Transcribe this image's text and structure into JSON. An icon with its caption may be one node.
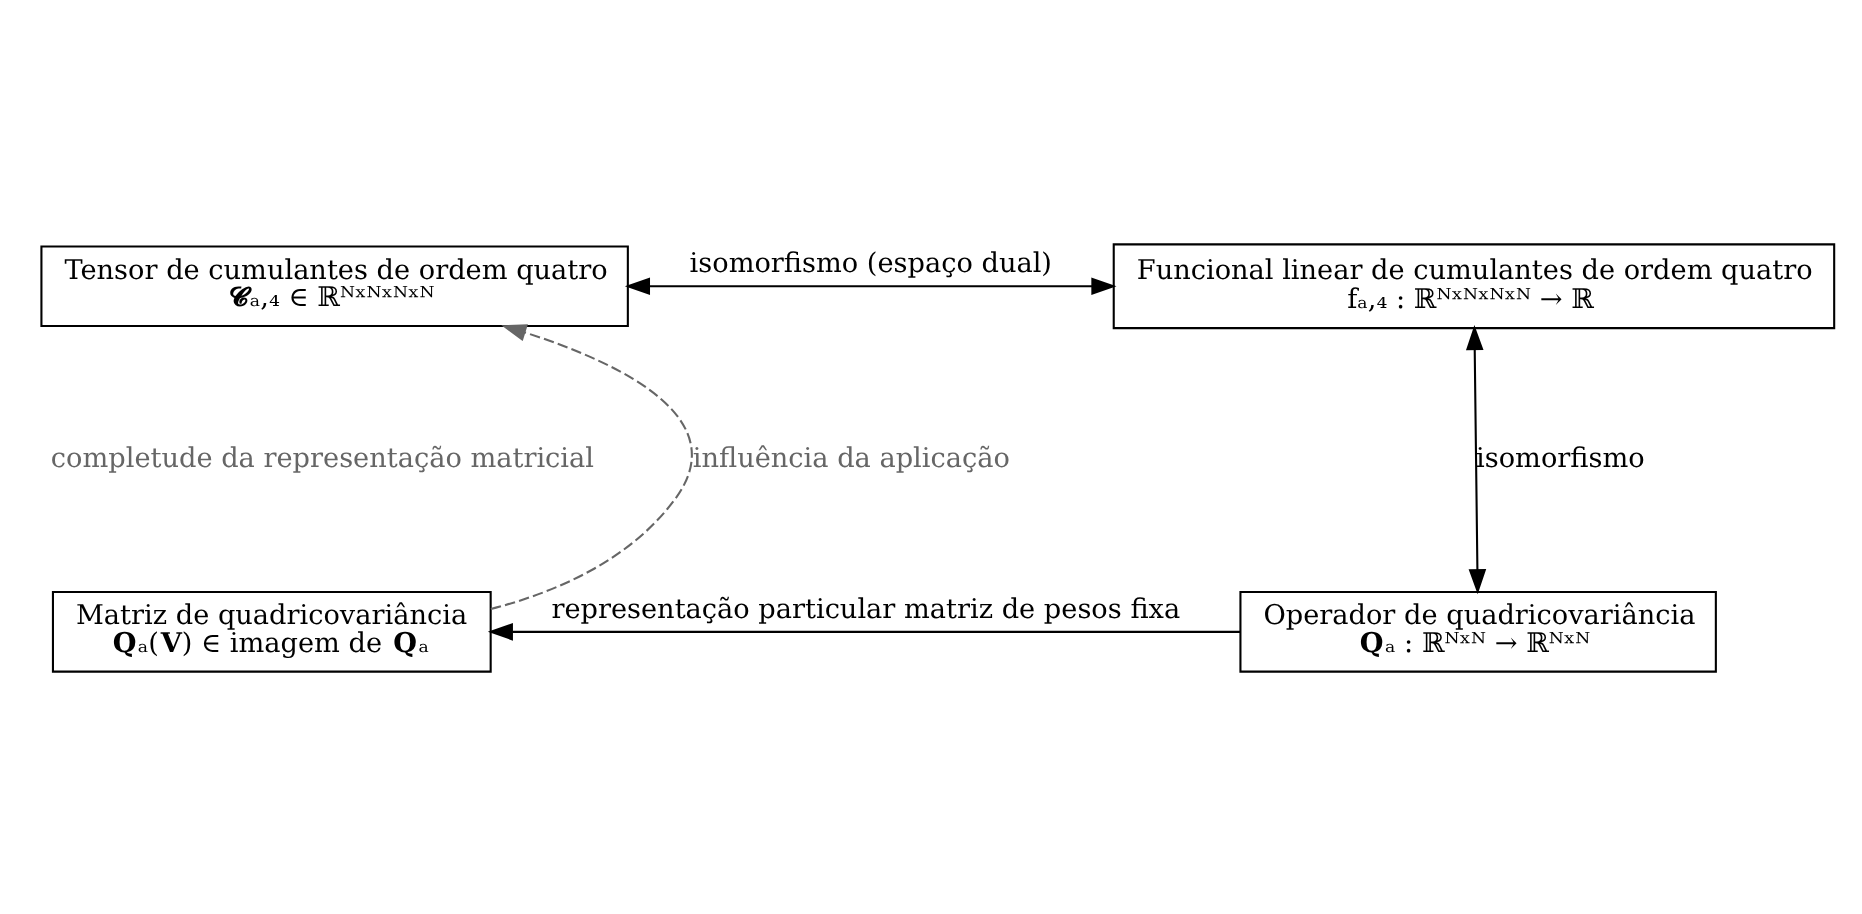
{
  "diagram": {
    "nodes": [
      {
        "text": [
          "Tensor de cumulantes de ordem quatro",
          "**𝓒**ₐ,₄ ∈ ℝᴺˣᴺˣᴺˣᴺ"
        ]
      },
      {
        "text": [
          "Funcional linear de cumulantes de ordem quatro",
          "fₐ,₄ : ℝᴺˣᴺˣᴺˣᴺ → ℝ"
        ]
      },
      {
        "text": [
          "Matriz de quadricovariância",
          "**Q**ₐ(**V**) ∈ imagem de **Q**ₐ"
        ]
      },
      {
        "text": [
          "Operador de quadricovariância",
          "**Q**ₐ : ℝᴺˣᴺ → ℝᴺˣᴺ"
        ]
      }
    ],
    "edges": [
      {
        "from": 0,
        "to": 1,
        "arrow": "both",
        "label": "isomorfismo (espaço dual)"
      },
      {
        "from": 1,
        "to": 3,
        "arrow": "both",
        "label": "isomorfismo"
      },
      {
        "from": 3,
        "to": 2,
        "arrow": "to",
        "label": "representação particular matriz de pesos fixa"
      },
      {
        "from": 2,
        "to": 0,
        "arrow": "to",
        "style": "dashed",
        "color": "#666666",
        "label": "influência da aplicação"
      }
    ],
    "labels": [
      "completude da representação matricial"
    ]
  }
}
